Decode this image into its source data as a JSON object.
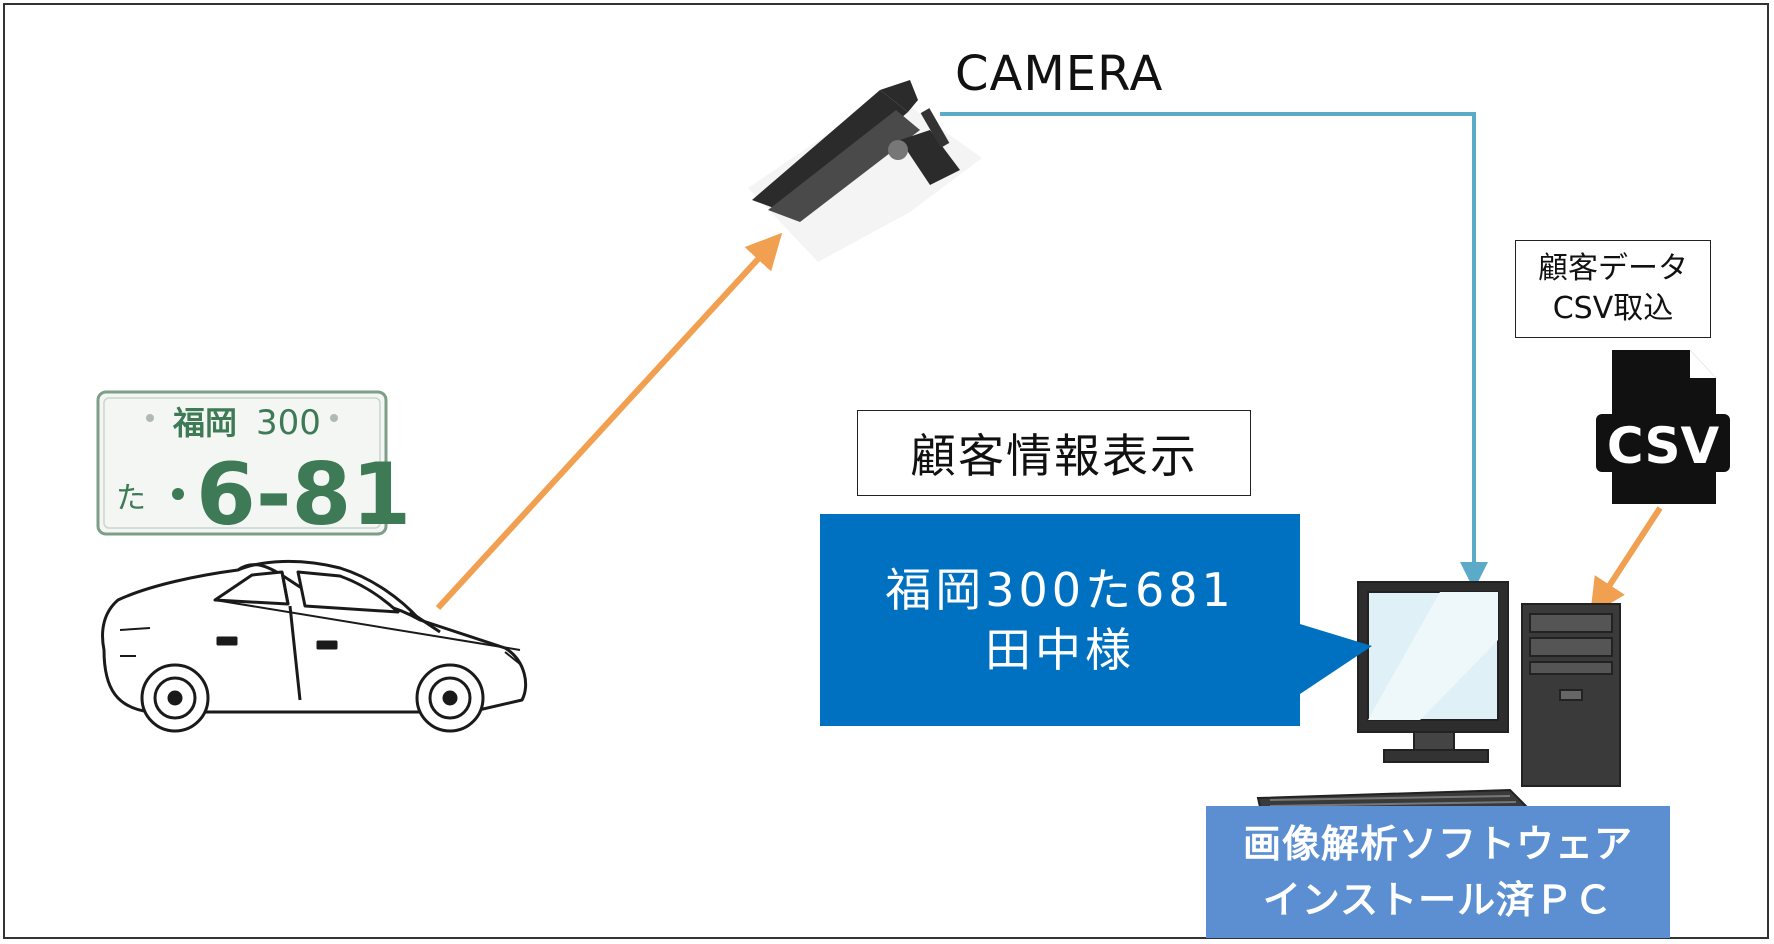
{
  "camera": {
    "label": "CAMERA"
  },
  "csv_import": {
    "line1": "顧客データ",
    "line2": "CSV取込"
  },
  "csv_file": {
    "label": "CSV"
  },
  "info_title": "顧客情報表示",
  "callout": {
    "line1": "福岡300た681",
    "line2": "田中様"
  },
  "plate": {
    "region": "福岡",
    "class_no": "300",
    "kana": "た",
    "number": "6-81"
  },
  "pc": {
    "line1": "画像解析ソフトウェア",
    "line2": "インストール済ＰＣ"
  },
  "colors": {
    "arrow_orange": "#f0a050",
    "camera_line": "#5aaac8",
    "callout_blue": "#0070c0",
    "pc_label_blue": "#5b8fd2",
    "plate_green": "#3d7a55"
  },
  "icons": [
    "car-icon",
    "license-plate-icon",
    "security-camera-icon",
    "csv-file-icon",
    "desktop-pc-icon"
  ]
}
